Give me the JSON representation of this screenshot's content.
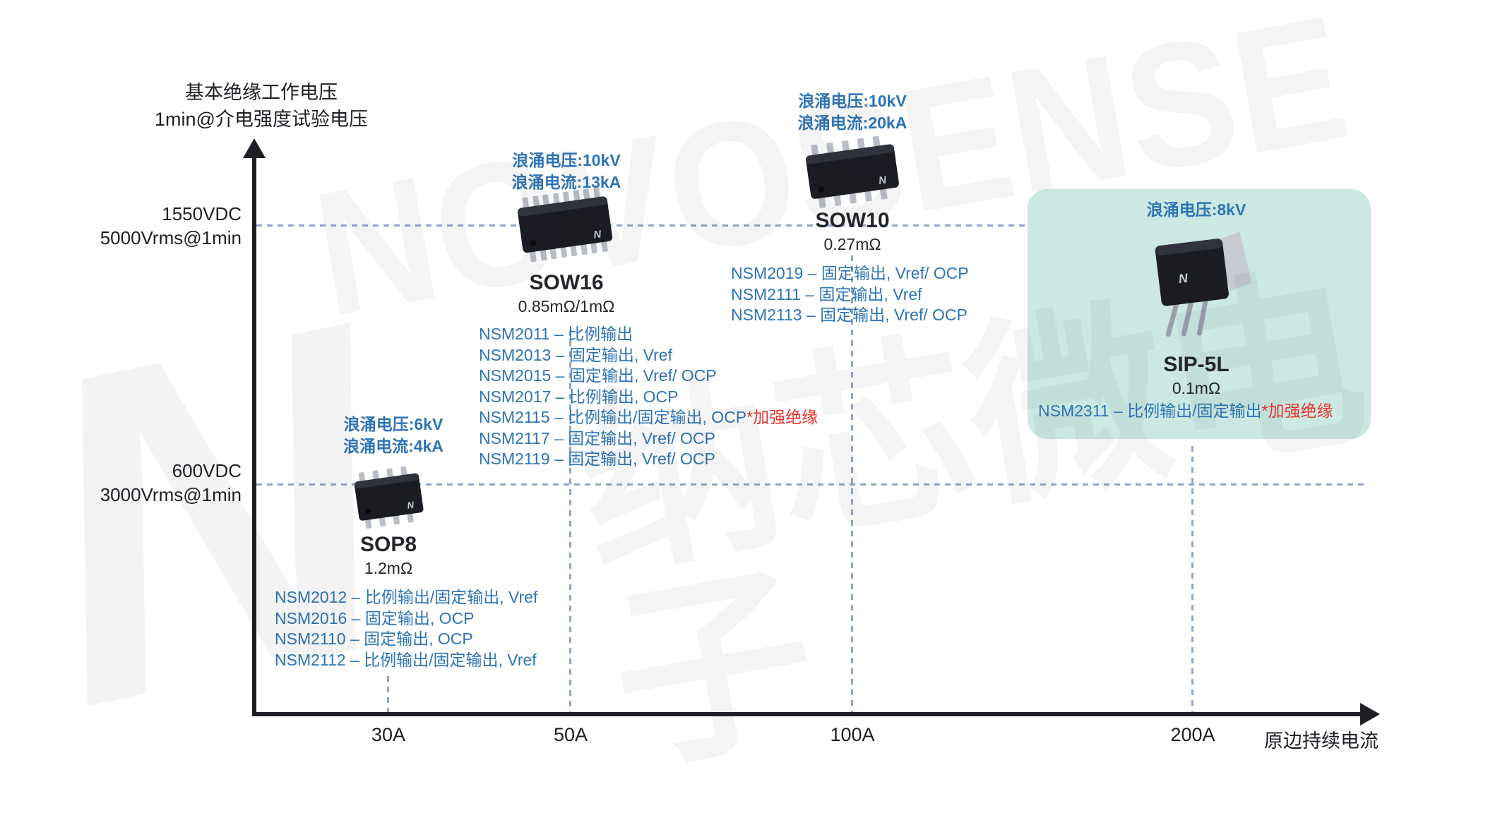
{
  "axes": {
    "y_title_line1": "基本绝缘工作电压",
    "y_title_line2": "1min@介电强度试验电压",
    "y_tick_top": {
      "line1": "1550VDC",
      "line2": "5000Vrms@1min"
    },
    "y_tick_bottom": {
      "line1": "600VDC",
      "line2": "3000Vrms@1min"
    },
    "x_ticks": [
      "30A",
      "50A",
      "100A",
      "200A"
    ],
    "x_title": "原边持续电流"
  },
  "products": {
    "sop8": {
      "name": "SOP8",
      "spec": "1.2mΩ",
      "surge": [
        "浪涌电压:6kV",
        "浪涌电流:4kA"
      ],
      "models": [
        {
          "text": "NSM2012 – 比例输出/固定输出, Vref"
        },
        {
          "text": "NSM2016 – 固定输出, OCP"
        },
        {
          "text": "NSM2110 – 固定输出, OCP"
        },
        {
          "text": "NSM2112 – 比例输出/固定输出, Vref"
        }
      ]
    },
    "sow16": {
      "name": "SOW16",
      "spec": "0.85mΩ/1mΩ",
      "surge": [
        "浪涌电压:10kV",
        "浪涌电流:13kA"
      ],
      "models": [
        {
          "text": "NSM2011 – 比例输出"
        },
        {
          "text": "NSM2013 – 固定输出, Vref"
        },
        {
          "text": "NSM2015 – 固定输出, Vref/ OCP"
        },
        {
          "text": "NSM2017 – 比例输出, OCP"
        },
        {
          "text": "NSM2115 – 比例输出/固定输出, OCP",
          "em": "*加强绝缘"
        },
        {
          "text": "NSM2117 – 固定输出, Vref/ OCP"
        },
        {
          "text": "NSM2119 – 固定输出, Vref/ OCP"
        }
      ]
    },
    "sow10": {
      "name": "SOW10",
      "spec": "0.27mΩ",
      "surge": [
        "浪涌电压:10kV",
        "浪涌电流:20kA"
      ],
      "models": [
        {
          "text": "NSM2019 – 固定输出, Vref/ OCP"
        },
        {
          "text": "NSM2111 – 固定输出, Vref"
        },
        {
          "text": "NSM2113 – 固定输出, Vref/ OCP"
        }
      ]
    },
    "sip5l": {
      "name": "SIP-5L",
      "spec": "0.1mΩ",
      "surge": [
        "浪涌电压:8kV"
      ],
      "models": [
        {
          "text": "NSM2311 – 比例输出/固定输出",
          "em": "*加强绝缘"
        }
      ]
    }
  },
  "placements": [
    {
      "package": "SOP8",
      "current": "30A",
      "insulation": "600VDC / 3000Vrms@1min"
    },
    {
      "package": "SOW16",
      "current": "50A",
      "insulation": "1550VDC / 5000Vrms@1min"
    },
    {
      "package": "SOW10",
      "current": "100A",
      "insulation": "1550VDC / 5000Vrms@1min"
    },
    {
      "package": "SIP-5L",
      "current": "200A",
      "insulation": "1550VDC / 5000Vrms@1min"
    }
  ],
  "watermark": {
    "logo_letter": "N",
    "brand_latin": "NOVOSENSE",
    "brand_cjk": "纳芯微电子"
  },
  "colors": {
    "accent_blue": "#2E74B5",
    "alert_red": "#E5342B",
    "highlight_teal": "#CBE8E2",
    "dash_blue": "#8FA6C9",
    "axis_dark": "#1D1F24"
  }
}
